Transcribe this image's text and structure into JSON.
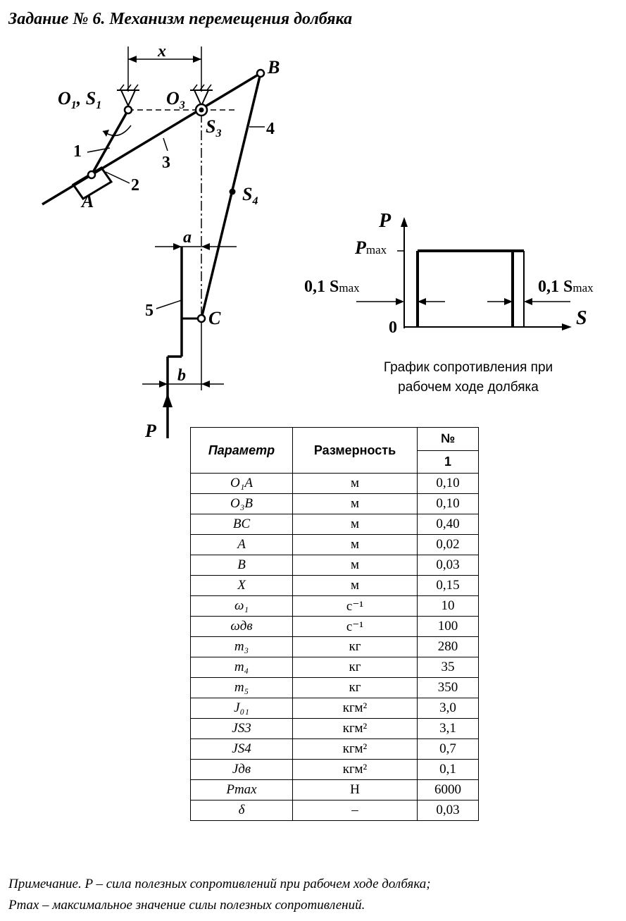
{
  "title": "Задание № 6. Механизм перемещения долбяка",
  "mechanism": {
    "labels": {
      "x": "x",
      "o1": "O",
      "o1_sub": "1",
      "s1": ", S",
      "s1_sub": "1",
      "o3": "O",
      "o3_sub": "3",
      "s3": "S",
      "s3_sub": "3",
      "b_point": "B",
      "a_point": "A",
      "c_point": "C",
      "s4": "S",
      "s4_sub": "4",
      "link1": "1",
      "link2": "2",
      "link3": "3",
      "link4": "4",
      "link5": "5",
      "dim_a": "a",
      "dim_b": "b",
      "force": "P"
    }
  },
  "graph": {
    "y_axis": "P",
    "p_max": "P",
    "p_max_sub": "max",
    "left_note": "0,1 S",
    "left_note_sub": "max",
    "right_note": "0,1 S",
    "right_note_sub": "max",
    "origin": "0",
    "x_axis": "S",
    "caption_line1": "График сопротивления при",
    "caption_line2": "рабочем ходе долбяка"
  },
  "table": {
    "header_param": "Параметр",
    "header_unit": "Размерность",
    "header_no": "№",
    "header_variant": "1",
    "rows": [
      {
        "param": "O₁A",
        "unit": "м",
        "value": "0,10"
      },
      {
        "param": "O₃B",
        "unit": "м",
        "value": "0,10"
      },
      {
        "param": "BC",
        "unit": "м",
        "value": "0,40"
      },
      {
        "param": "A",
        "unit": "м",
        "value": "0,02"
      },
      {
        "param": "B",
        "unit": "м",
        "value": "0,03"
      },
      {
        "param": "X",
        "unit": "м",
        "value": "0,15"
      },
      {
        "param": "ω₁",
        "unit": "с⁻¹",
        "value": "10"
      },
      {
        "param": "ωдв",
        "unit": "с⁻¹",
        "value": "100"
      },
      {
        "param": "m₃",
        "unit": "кг",
        "value": "280"
      },
      {
        "param": "m₄",
        "unit": "кг",
        "value": "35"
      },
      {
        "param": "m₅",
        "unit": "кг",
        "value": "350"
      },
      {
        "param": "J₀₁",
        "unit": "кгм²",
        "value": "3,0"
      },
      {
        "param": "JS3",
        "unit": "кгм²",
        "value": "3,1"
      },
      {
        "param": "JS4",
        "unit": "кгм²",
        "value": "0,7"
      },
      {
        "param": "Jдв",
        "unit": "кгм²",
        "value": "0,1"
      },
      {
        "param": "Pmax",
        "unit": "Н",
        "value": "6000"
      },
      {
        "param": "δ",
        "unit": "–",
        "value": "0,03"
      }
    ]
  },
  "note": {
    "line1": "Примечание. P – сила полезных сопротивлений при рабочем ходе долбяка;",
    "line2": "Pmax – максимальное значение силы полезных сопротивлений."
  }
}
